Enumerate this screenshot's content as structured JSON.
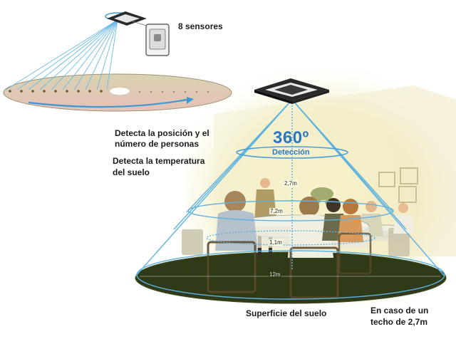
{
  "labels": {
    "sensors": "8 sensores",
    "detect_position": "Detecta la posición y el número de personas",
    "detect_temperature": "Detecta la temperatura del suelo",
    "degrees": "360º",
    "detection": "Detección",
    "floor_surface": "Superficie del suelo",
    "ceiling_case": "En caso de un techo de 2,7m"
  },
  "dimensions": {
    "height": "2,7m",
    "mid_diameter": "7,2m",
    "low_height": "1,1m",
    "floor_diameter": "12m"
  },
  "colors": {
    "detection_blue": "#2a78c2",
    "beam_lines": "#5fb3df",
    "floor_dark": "#2f3a18",
    "glow_yellow": "#fbf6c8",
    "disc_pink": "#e8c4bc"
  }
}
